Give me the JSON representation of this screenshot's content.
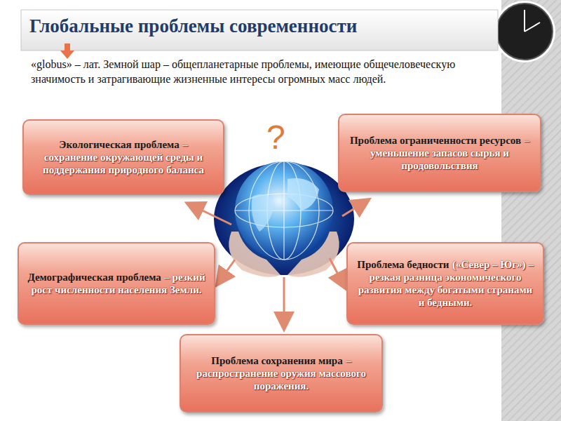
{
  "diagram": {
    "title": "Глобальные проблемы современности",
    "nodes": [
      {
        "text": [
          "Экологическая проблема",
          "– сохранение окружающей среды и поддержания природного баланса"
        ]
      },
      {
        "text": [
          "Проблема ограниченности ресурсов",
          "– уменьшение запасов сырья и продовольствия"
        ]
      },
      {
        "text": [
          "Демографическая проблема",
          "– резкий рост численности населения Земли."
        ]
      },
      {
        "text": [
          "Проблема бедности",
          "(«Север – Юг») – резкая разница экономического развития между богатыми странами и бедными."
        ]
      },
      {
        "text": [
          "Проблема сохранения мира",
          "– распространение оружия массового поражения."
        ]
      }
    ],
    "labels": [
      "«globus» – лат. Земной шар – общепланетарные проблемы, имеющие общечеловеческую значимость и затрагивающие жизненные интересы огромных масс людей.",
      "?"
    ]
  }
}
